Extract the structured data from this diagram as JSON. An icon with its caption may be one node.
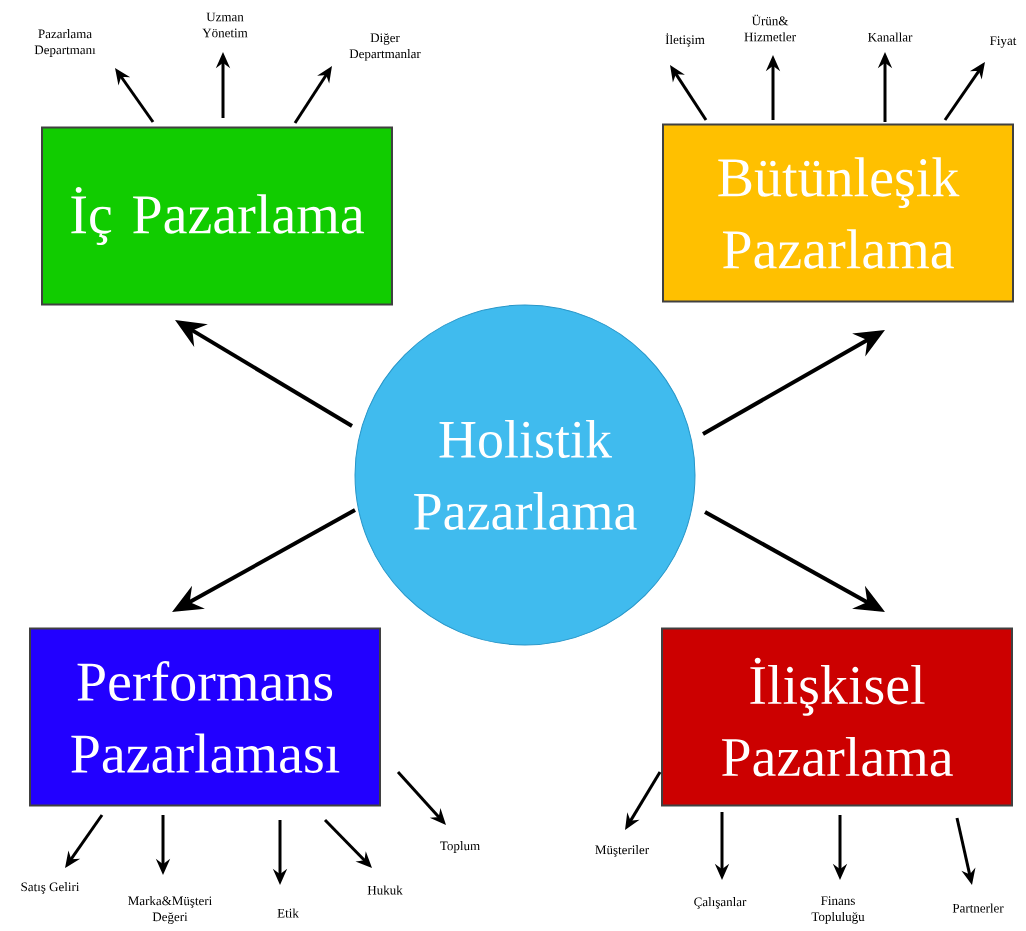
{
  "diagram": {
    "nodes": [
      {
        "text": [
          "Holistik Pazarlama"
        ]
      },
      {
        "text": [
          "İç Pazarlama"
        ]
      },
      {
        "text": [
          "Bütünleşik Pazarlama"
        ]
      },
      {
        "text": [
          "Performans Pazarlaması"
        ]
      },
      {
        "text": [
          "İlişkisel Pazarlama"
        ]
      },
      {
        "text": [
          "Pazarlama Departmanı"
        ]
      },
      {
        "text": [
          "Uzman Yönetim"
        ]
      },
      {
        "text": [
          "Diğer Departmanlar"
        ]
      },
      {
        "text": [
          "İletişim"
        ]
      },
      {
        "text": [
          "Ürün& Hizmetler"
        ]
      },
      {
        "text": [
          "Kanallar"
        ]
      },
      {
        "text": [
          "Fiyat"
        ]
      },
      {
        "text": [
          "Satış Geliri"
        ]
      },
      {
        "text": [
          "Marka&Müşteri Değeri"
        ]
      },
      {
        "text": [
          "Etik"
        ]
      },
      {
        "text": [
          "Hukuk"
        ]
      },
      {
        "text": [
          "Toplum"
        ]
      },
      {
        "text": [
          "Müşteriler"
        ]
      },
      {
        "text": [
          "Çalışanlar"
        ]
      },
      {
        "text": [
          "Finans Topluluğu"
        ]
      },
      {
        "text": [
          "Partnerler"
        ]
      }
    ],
    "edges": [
      {
        "from": 0,
        "to": 1,
        "arrow": "to"
      },
      {
        "from": 0,
        "to": 2,
        "arrow": "to"
      },
      {
        "from": 0,
        "to": 3,
        "arrow": "to"
      },
      {
        "from": 0,
        "to": 4,
        "arrow": "to"
      },
      {
        "from": 1,
        "to": 5,
        "arrow": "to"
      },
      {
        "from": 1,
        "to": 6,
        "arrow": "to"
      },
      {
        "from": 1,
        "to": 7,
        "arrow": "to"
      },
      {
        "from": 2,
        "to": 8,
        "arrow": "to"
      },
      {
        "from": 2,
        "to": 9,
        "arrow": "to"
      },
      {
        "from": 2,
        "to": 10,
        "arrow": "to"
      },
      {
        "from": 2,
        "to": 11,
        "arrow": "to"
      },
      {
        "from": 3,
        "to": 12,
        "arrow": "to"
      },
      {
        "from": 3,
        "to": 13,
        "arrow": "to"
      },
      {
        "from": 3,
        "to": 14,
        "arrow": "to"
      },
      {
        "from": 3,
        "to": 15,
        "arrow": "to"
      },
      {
        "from": 3,
        "to": 16,
        "arrow": "to"
      },
      {
        "from": 4,
        "to": 17,
        "arrow": "to"
      },
      {
        "from": 4,
        "to": 18,
        "arrow": "to"
      },
      {
        "from": 4,
        "to": 19,
        "arrow": "to"
      },
      {
        "from": 4,
        "to": 20,
        "arrow": "to"
      }
    ]
  }
}
